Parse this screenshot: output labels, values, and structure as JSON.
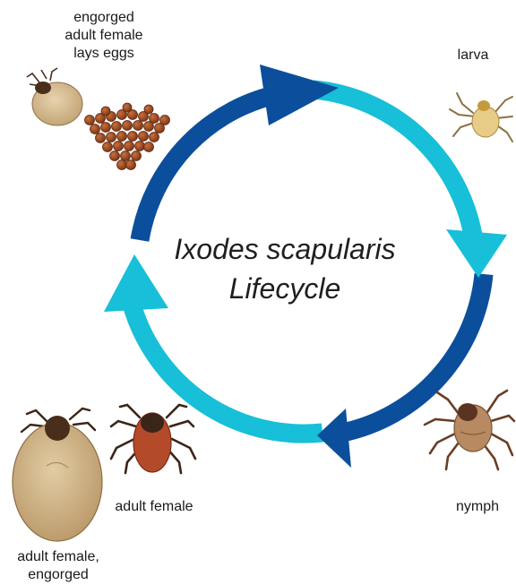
{
  "diagram": {
    "title_line1": "Ixodes scapularis",
    "title_line2": "Lifecycle",
    "stages": {
      "eggs": {
        "label_lines": [
          "engorged",
          "adult female",
          "lays eggs"
        ]
      },
      "larva": {
        "label": "larva"
      },
      "nymph": {
        "label": "nymph"
      },
      "adult_female": {
        "label": "adult female"
      },
      "adult_engorged": {
        "label_lines": [
          "adult female,",
          "engorged"
        ]
      }
    },
    "colors": {
      "dark_blue": "#0b4f9c",
      "light_blue": "#17bfd8",
      "tick_tan": "#c9ad82",
      "tick_red": "#b34a2a",
      "egg_brown": "#9a4a22"
    }
  }
}
